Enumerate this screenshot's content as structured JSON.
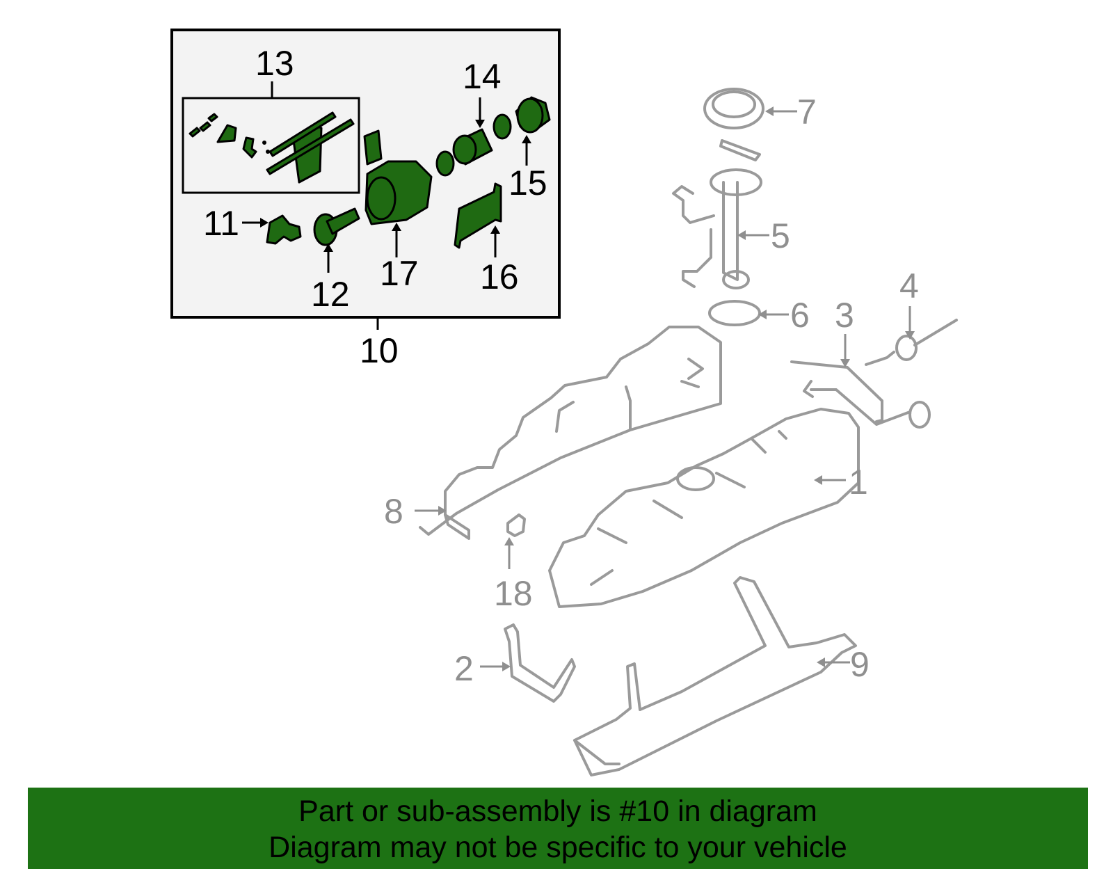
{
  "callouts": {
    "c1": "1",
    "c2": "2",
    "c3": "3",
    "c4": "4",
    "c5": "5",
    "c6": "6",
    "c7": "7",
    "c8": "8",
    "c9": "9",
    "c10": "10",
    "c11": "11",
    "c12": "12",
    "c13": "13",
    "c14": "14",
    "c15": "15",
    "c16": "16",
    "c17": "17",
    "c18": "18"
  },
  "banner": {
    "line1": "Part or sub-assembly is #10 in diagram",
    "line2": "Diagram may not be specific to your vehicle"
  },
  "colors": {
    "highlight_part": "#1f6a12",
    "banner_bg": "#1d7214",
    "other_parts": "#9a9a9a"
  }
}
